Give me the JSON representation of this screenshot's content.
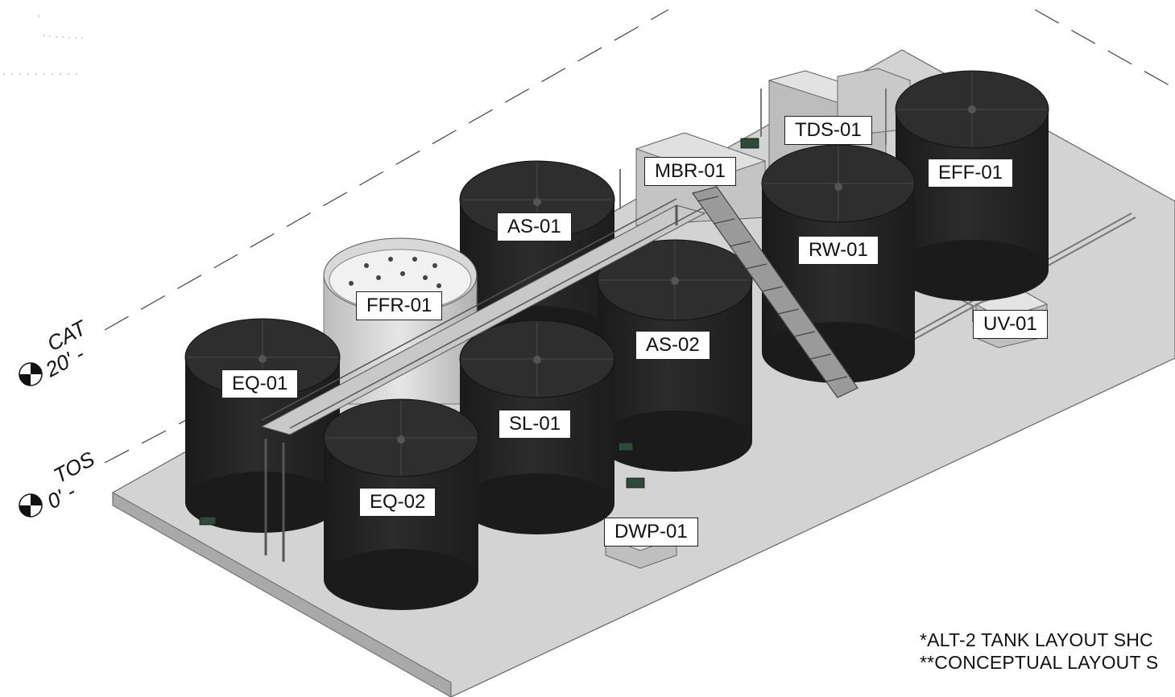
{
  "tags": {
    "eq01": "EQ-01",
    "eq02": "EQ-02",
    "ffr01": "FFR-01",
    "as01": "AS-01",
    "as02": "AS-02",
    "sl01": "SL-01",
    "mbr01": "MBR-01",
    "tds01": "TDS-01",
    "rw01": "RW-01",
    "eff01": "EFF-01",
    "uv01": "UV-01",
    "dwp01": "DWP-01"
  },
  "levels": {
    "top_name": "CAT",
    "top_elev": "20' -",
    "bottom_name": "TOS",
    "bottom_elev": "0' -"
  },
  "notes": {
    "line1": "*ALT-2 TANK LAYOUT SHC",
    "line2": "**CONCEPTUAL LAYOUT S"
  }
}
